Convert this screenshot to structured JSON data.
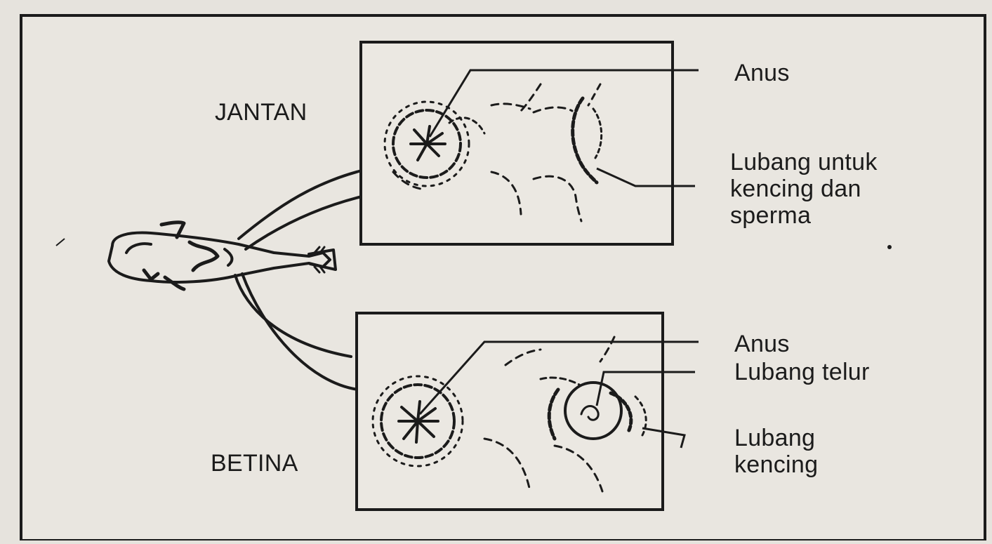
{
  "diagram": {
    "male_group": {
      "title": "JANTAN",
      "labels": {
        "anus": "Anus",
        "urine_sperm_opening": "Lubang untuk\nkencing  dan\nsperma"
      }
    },
    "female_group": {
      "title": "BETINA",
      "labels": {
        "anus": "Anus",
        "egg_opening": "Lubang telur",
        "urine_opening": "Lubang\nkencing"
      }
    },
    "colors": {
      "paper": "#e6e3dd",
      "ink": "#1b1b1b"
    }
  }
}
